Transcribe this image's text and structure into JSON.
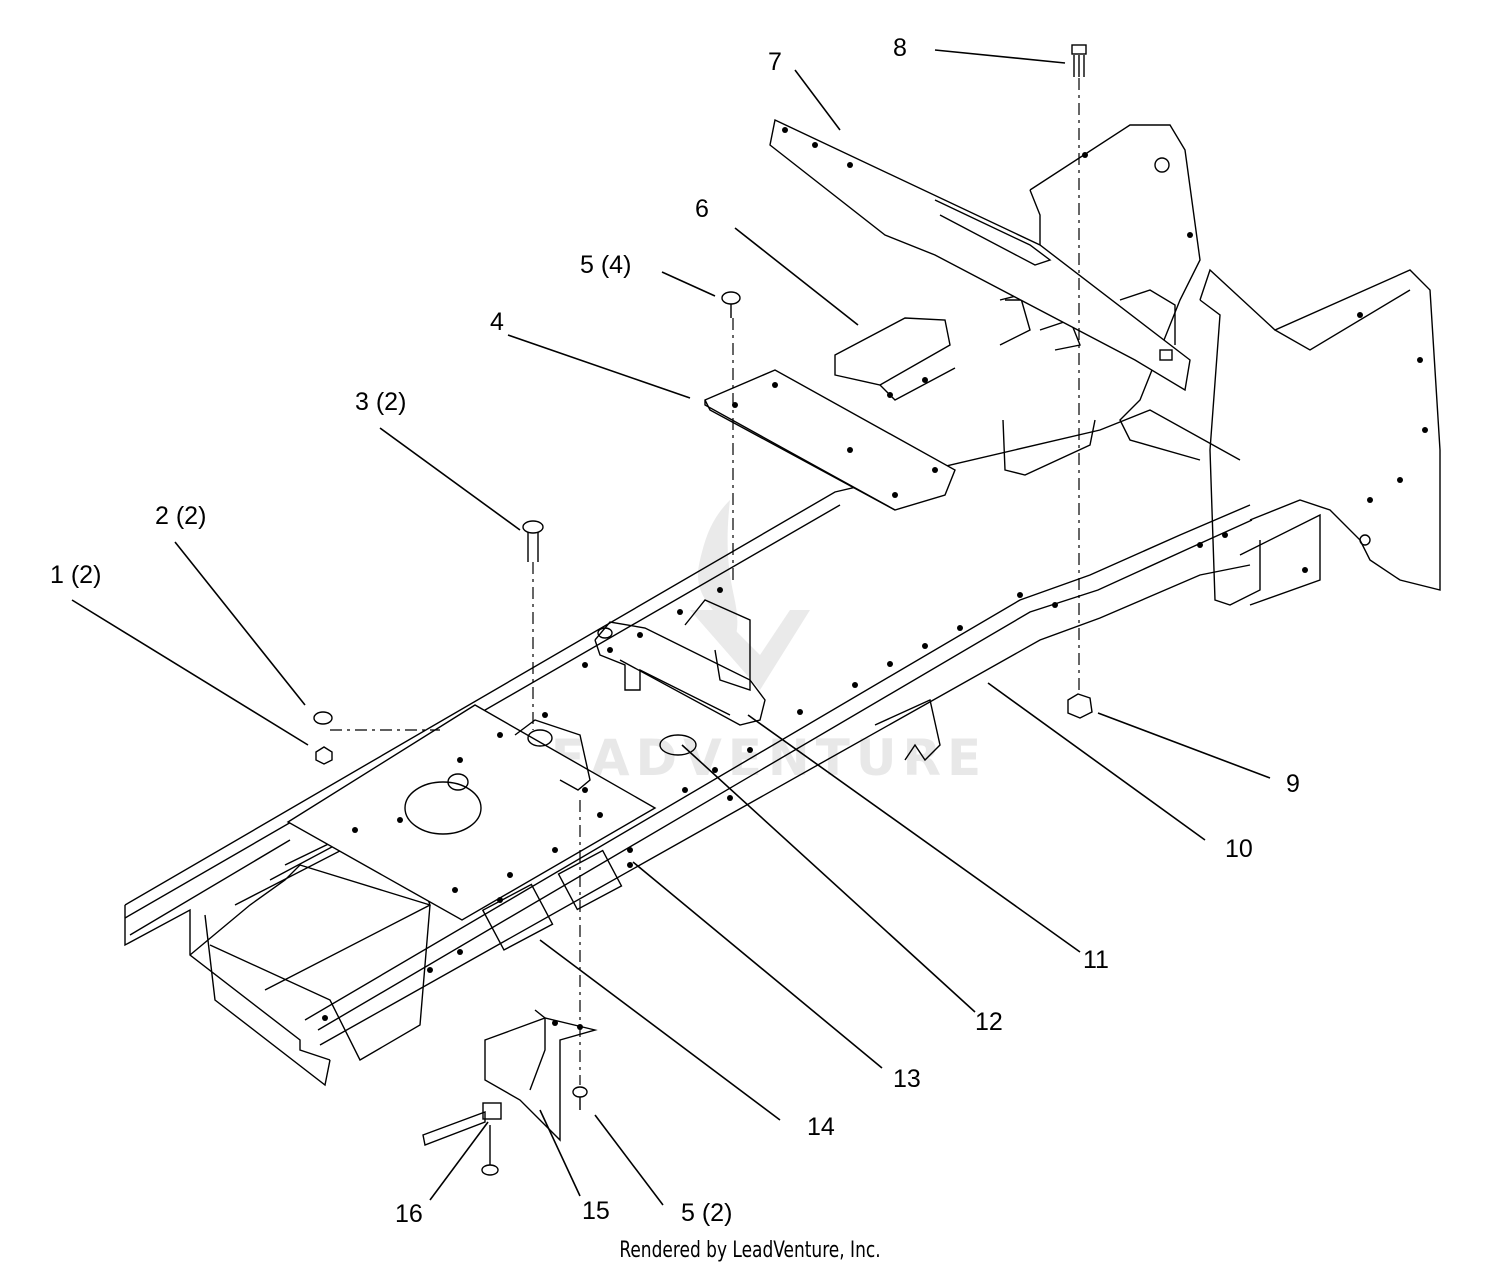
{
  "watermark": "LEADVENTURE",
  "callouts": {
    "c1": "1 (2)",
    "c2": "2 (2)",
    "c3": "3 (2)",
    "c4": "4",
    "c5a": "5 (4)",
    "c5b": "5 (2)",
    "c6": "6",
    "c7": "7",
    "c8": "8",
    "c9": "9",
    "c10": "10",
    "c11": "11",
    "c12": "12",
    "c13": "13",
    "c14": "14",
    "c15": "15",
    "c16": "16"
  },
  "credit": "Rendered by LeadVenture, Inc."
}
